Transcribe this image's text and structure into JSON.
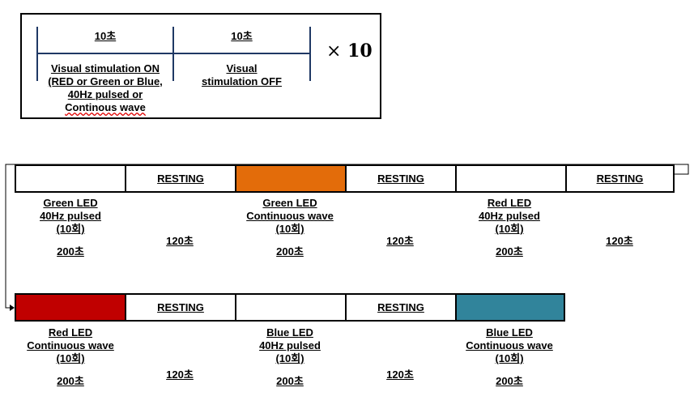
{
  "legend": {
    "on_duration": "10초",
    "off_duration": "10초",
    "on_label_lines": [
      "Visual stimulation ON",
      "(RED or Green or Blue,",
      "40Hz pulsed or",
      "Continous wave"
    ],
    "off_label_lines": [
      "Visual",
      "stimulation OFF"
    ],
    "times_sign": "×",
    "repeat_count": "10"
  },
  "colors": {
    "green_continuous": "#e36c0a",
    "red_continuous": "#c00000",
    "blue_continuous": "#31849b",
    "legend_line": "#1f3864"
  },
  "resting_label": "RESTING",
  "row1": {
    "stimuli": [
      {
        "lines": [
          "Green LED",
          "40Hz pulsed",
          "(10회)"
        ],
        "duration": "200초"
      },
      {
        "lines": [
          "Green LED",
          "Continuous wave",
          "(10회)"
        ],
        "duration": "200초"
      },
      {
        "lines": [
          "Red LED",
          "40Hz pulsed",
          "(10회)"
        ],
        "duration": "200초"
      }
    ],
    "rest_durations": [
      "120초",
      "120초",
      "120초"
    ]
  },
  "row2": {
    "stimuli": [
      {
        "lines": [
          "Red LED",
          "Continuous wave",
          "(10회)"
        ],
        "duration": "200초"
      },
      {
        "lines": [
          "Blue LED",
          "40Hz pulsed",
          "(10회)"
        ],
        "duration": "200초"
      },
      {
        "lines": [
          "Blue LED",
          "Continuous wave",
          "(10회)"
        ],
        "duration": "200초"
      }
    ],
    "rest_durations": [
      "120초",
      "120초"
    ]
  }
}
